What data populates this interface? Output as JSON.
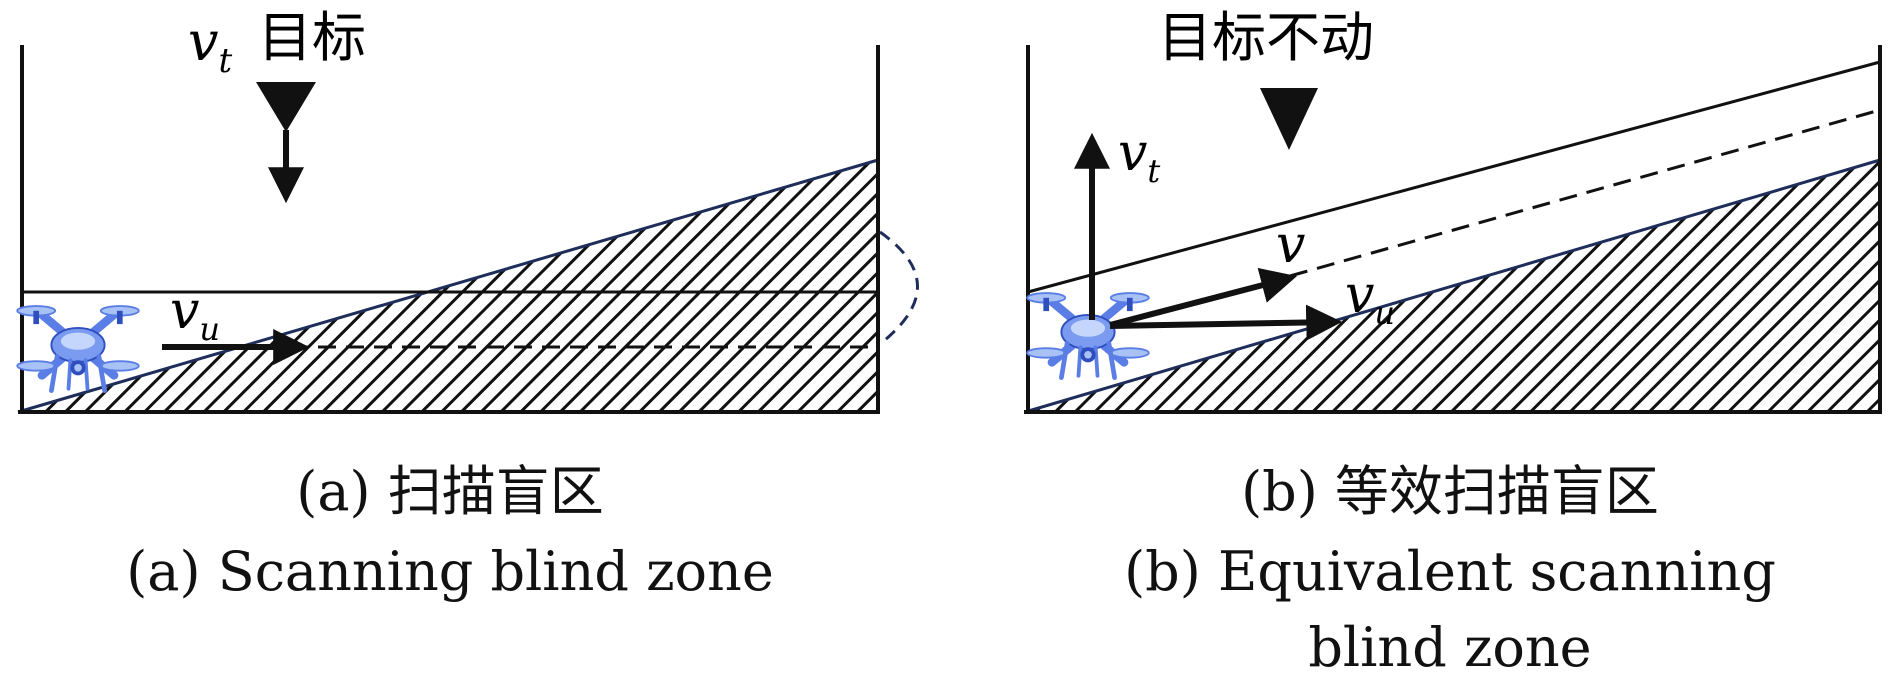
{
  "panel_a": {
    "target_label": "目标",
    "velocity_target": "v",
    "velocity_target_sub": "t",
    "velocity_uav": "v",
    "velocity_uav_sub": "u",
    "caption_cn": "(a) 扫描盲区",
    "caption_en": "(a) Scanning blind zone"
  },
  "panel_b": {
    "target_label": "目标不动",
    "velocity_target": "v",
    "velocity_target_sub": "t",
    "velocity_combined": "v",
    "velocity_uav": "v",
    "velocity_uav_sub": "u",
    "caption_cn": "(b) 等效扫描盲区",
    "caption_en_line1": "(b) Equivalent scanning",
    "caption_en_line2": "blind zone"
  },
  "colors": {
    "stroke": "#111111",
    "hatch": "#111111",
    "slope_edge": "#1f2d5a",
    "arc": "#1f2d5a",
    "drone_body": "#5b7ee6",
    "drone_light": "#a9c2f5",
    "drone_dark": "#2f4fbf"
  },
  "icons": {
    "drone": "quadcopter-drone-icon",
    "target": "triangle-target-marker-icon"
  }
}
